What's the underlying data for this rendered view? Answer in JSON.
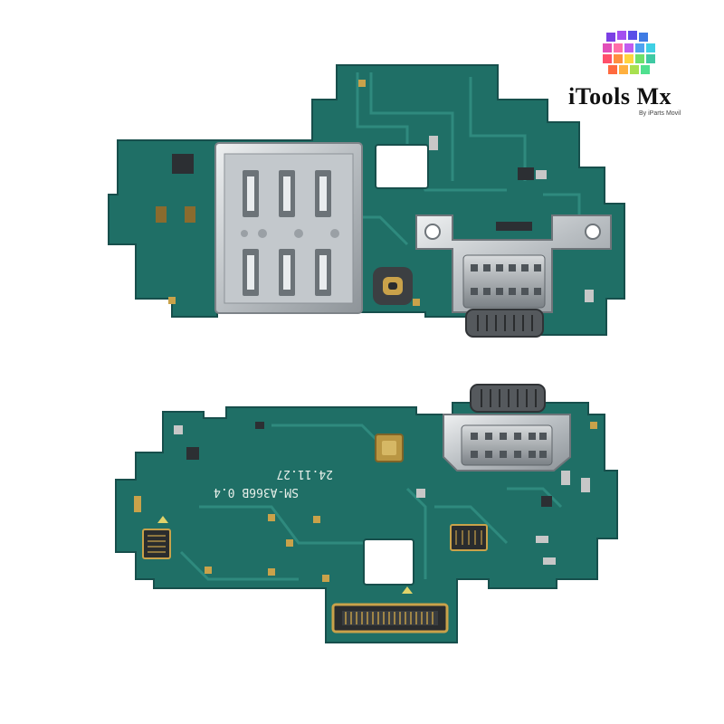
{
  "logo": {
    "title": "iTools Mx",
    "subtitle": "By iParts Movil"
  },
  "board_bottom": {
    "model_text": "SM-A366B 0.4",
    "date_text": "24.11.27"
  },
  "colors": {
    "pcb": "#1f6f66",
    "pcb_dark": "#174f4c",
    "trace": "#2f8a7e",
    "metal": "#c9cdd0",
    "gold": "#c9a24a"
  }
}
